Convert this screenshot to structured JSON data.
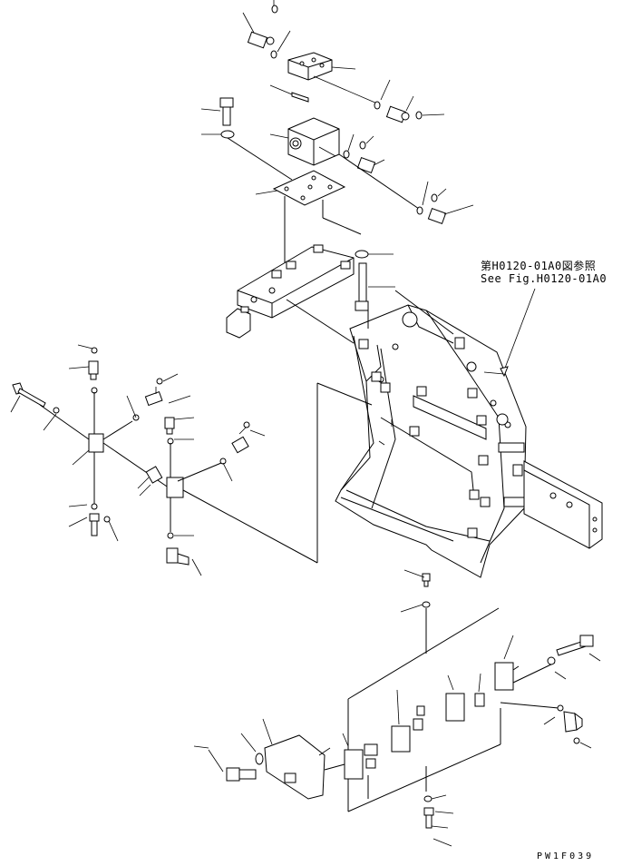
{
  "reference": {
    "jp_text": "第H0120-01A0図参照",
    "en_text": "See Fig.H0120-01A0"
  },
  "figure_code": "PW1F039"
}
